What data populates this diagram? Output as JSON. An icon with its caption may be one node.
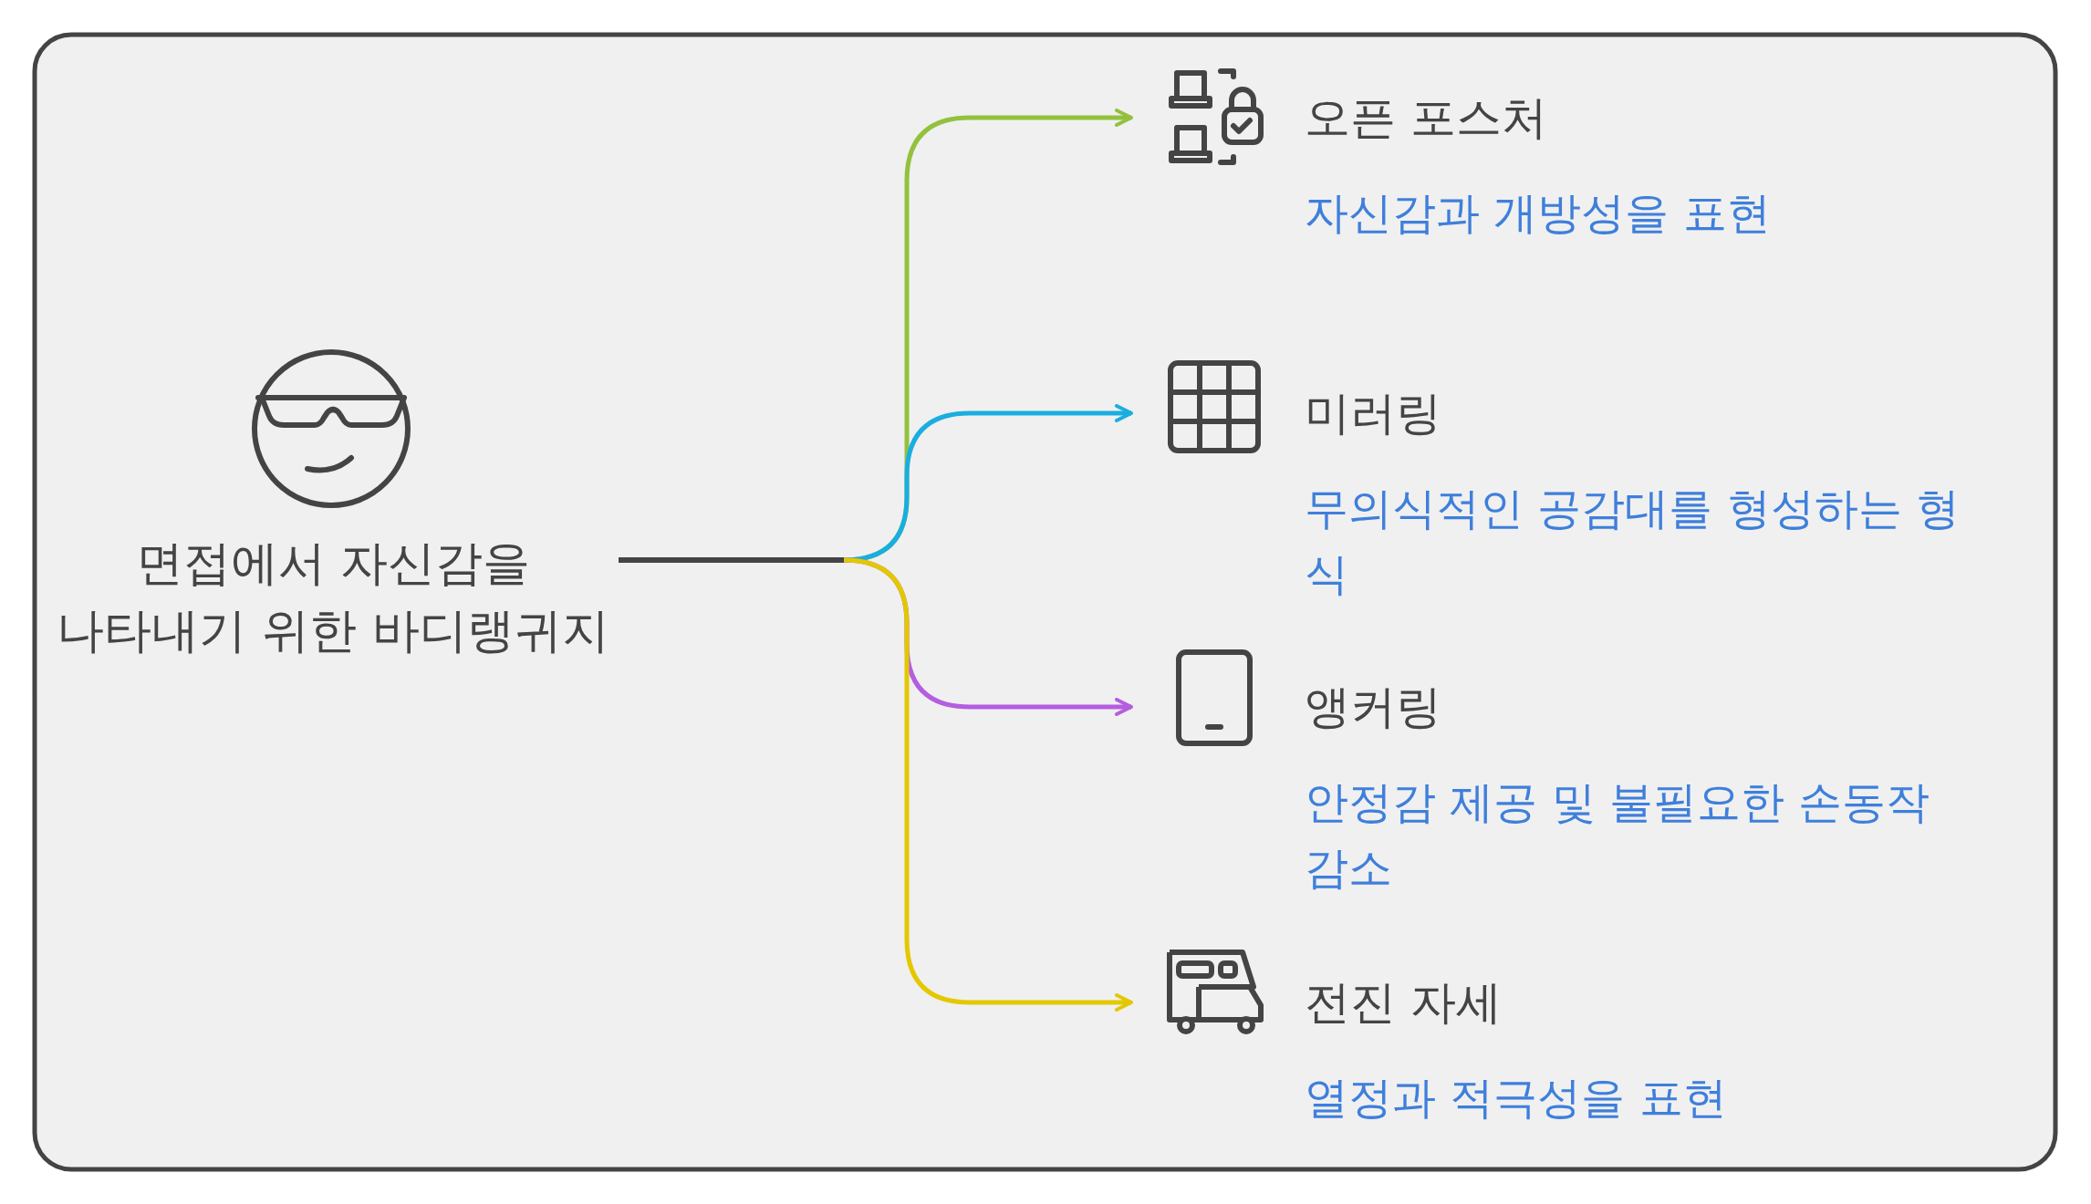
{
  "diagram": {
    "nodes": [
      {
        "text": [
          "면접에서 자신감을 나타내기 위한 바디랭귀지"
        ]
      },
      {
        "text": [
          "오픈 포스처",
          "자신감과 개방성을 표현"
        ]
      },
      {
        "text": [
          "미러링",
          "무의식적인 공감대를 형성하는 형식"
        ]
      },
      {
        "text": [
          "앵커링",
          "안정감 제공 및 불필요한 손동작 감소"
        ]
      },
      {
        "text": [
          "전진 자세",
          "열정과 적극성을 표현"
        ]
      }
    ],
    "edges": [
      {
        "from": 0,
        "to": 1,
        "arrow": "to",
        "color": "#93c13e"
      },
      {
        "from": 0,
        "to": 2,
        "arrow": "to",
        "color": "#1aaee0"
      },
      {
        "from": 0,
        "to": 3,
        "arrow": "to",
        "color": "#b45ee0"
      },
      {
        "from": 0,
        "to": 4,
        "arrow": "to",
        "color": "#e3c800"
      }
    ]
  }
}
